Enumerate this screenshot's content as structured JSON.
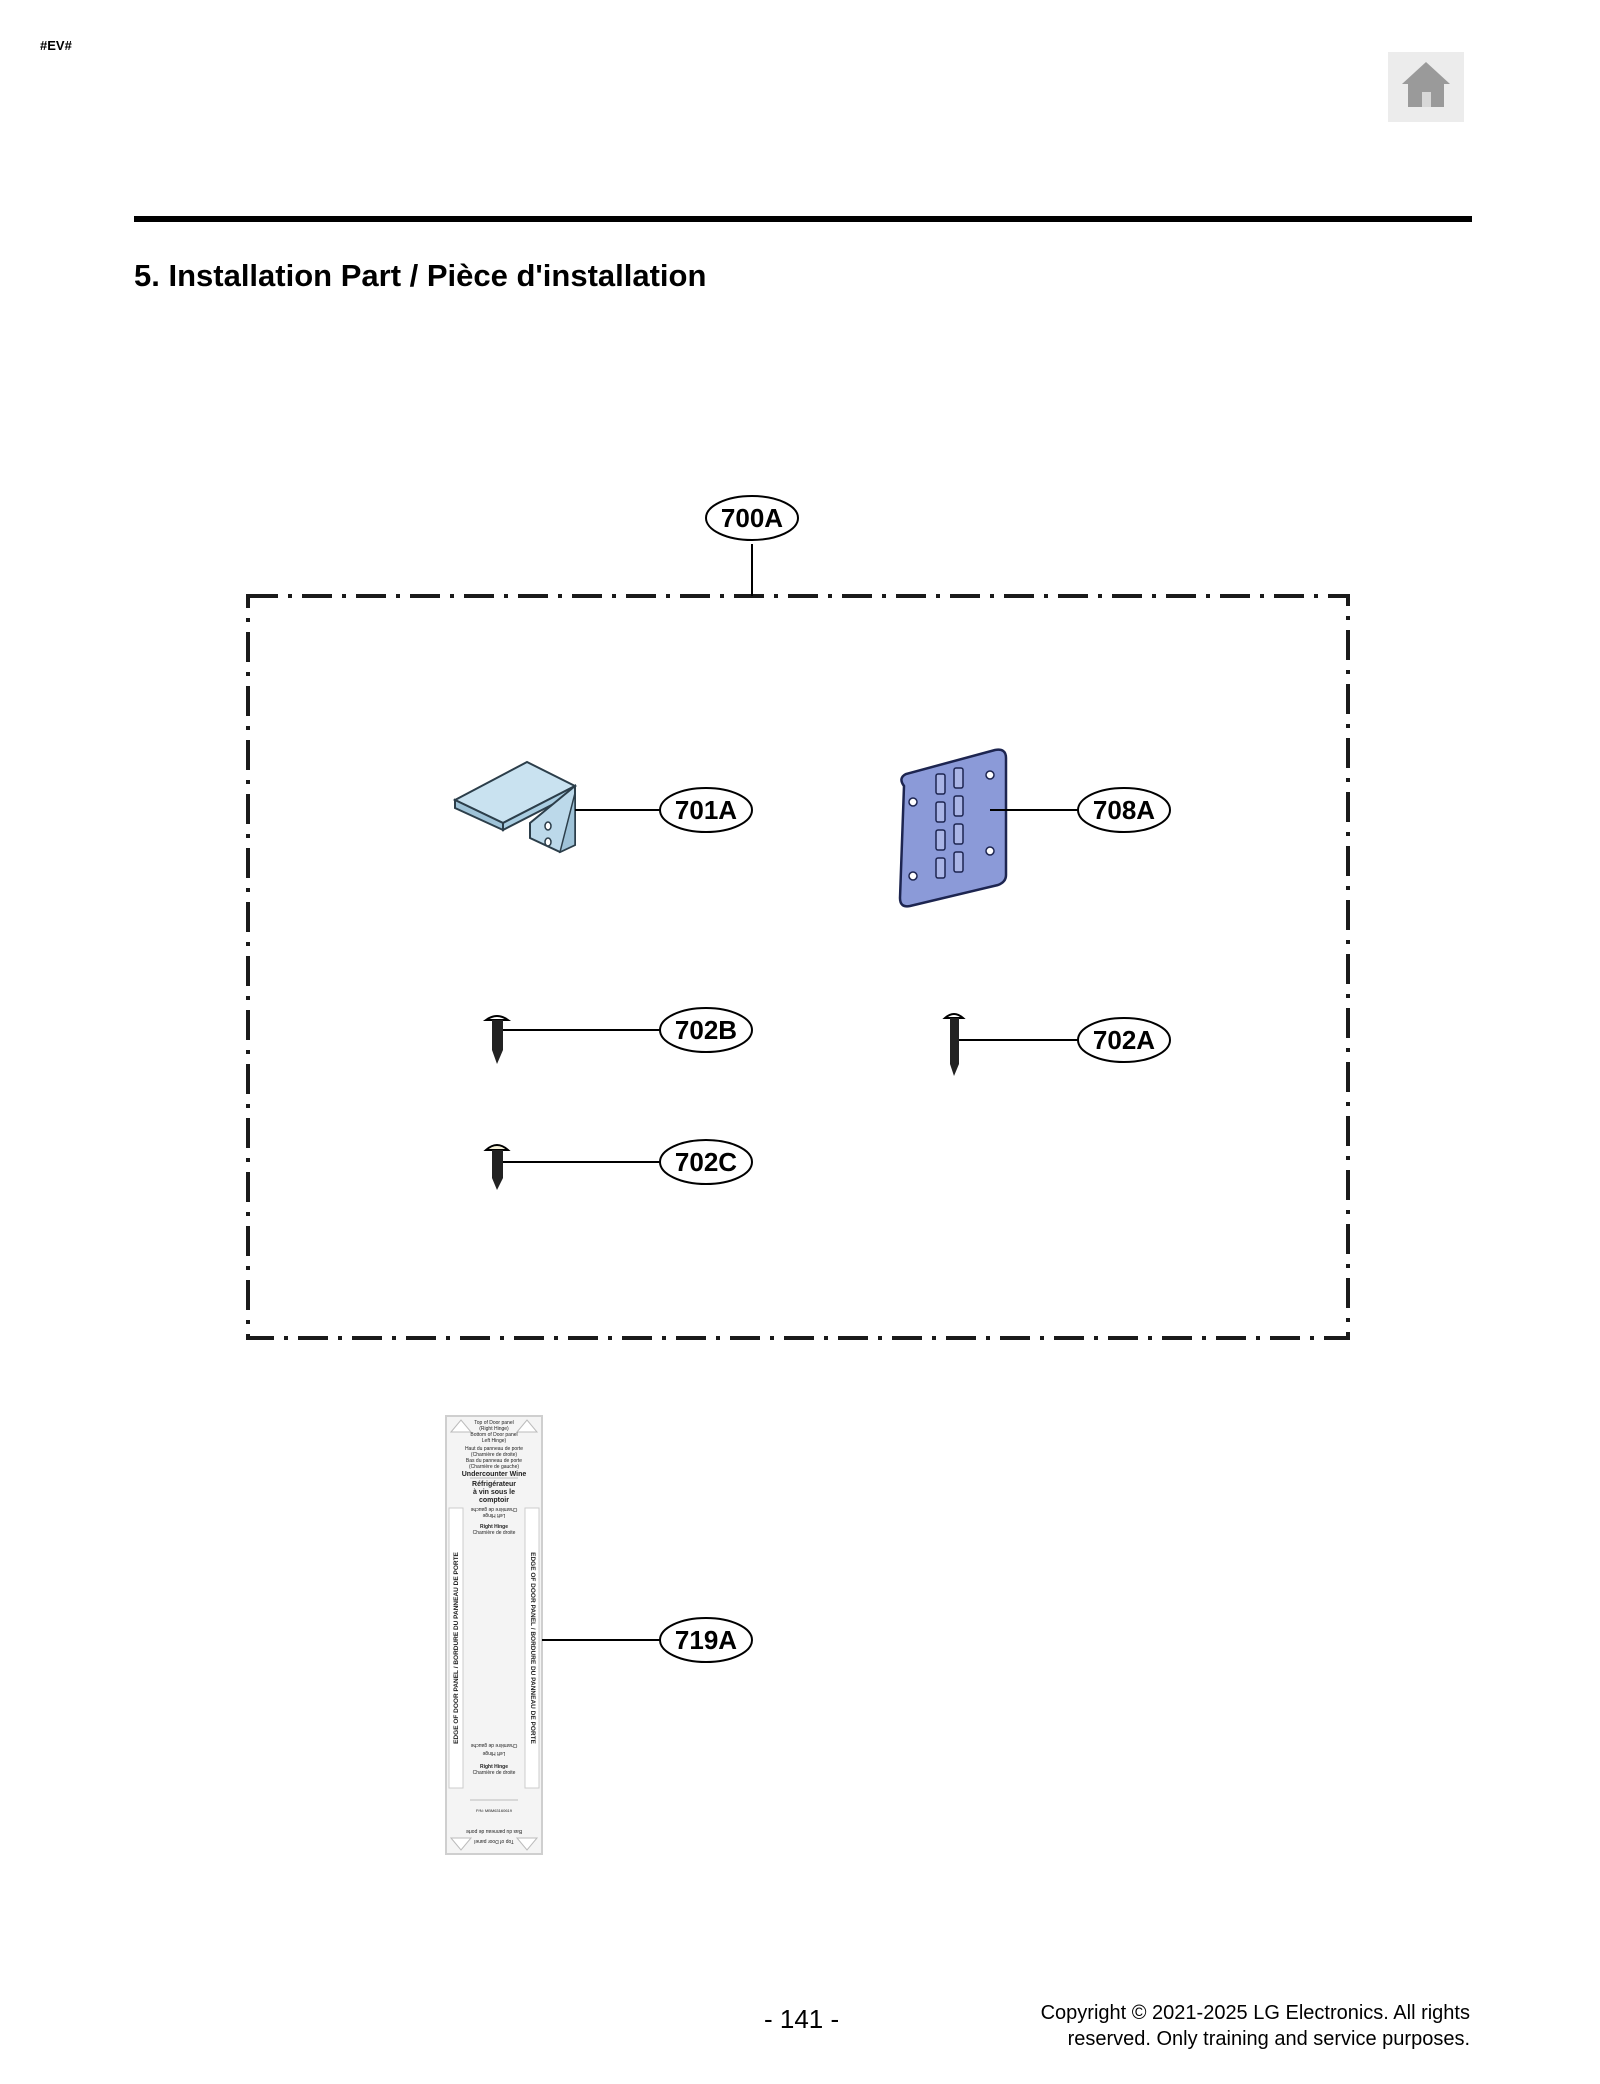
{
  "header": {
    "tag": "#EV#",
    "home_icon": "home-icon"
  },
  "section": {
    "title": "5. Installation Part / Pièce d'installation"
  },
  "callouts": {
    "c700A": "700A",
    "c701A": "701A",
    "c708A": "708A",
    "c702B": "702B",
    "c702A": "702A",
    "c702C": "702C",
    "c719A": "719A"
  },
  "template_label": {
    "top_lines": [
      "Top of Door panel",
      "(Right Hinge)",
      "Bottom of Door panel",
      "Left Hinge)",
      "Haut du panneau de porte",
      "(Charnière de droite)",
      "Bas du panneau de porte",
      "(Charnière de gauche)"
    ],
    "product_en": "Undercounter Wine",
    "product_fr": [
      "Réfrigérateur",
      "à vin sous le",
      "comptoir"
    ],
    "left_hinge": "Left Hinge",
    "left_hinge_fr": "Charnière de gauche",
    "right_hinge": "Right Hinge",
    "right_hinge_fr": "Charnière de droite",
    "edge_text": "EDGE OF DOOR PANEL / BORDURE DU PANNEAU DE PORTE",
    "part_no": "P/N: MBM63160619"
  },
  "colors": {
    "bracket_fill": "#bcd9ea",
    "hinge_fill": "#8b9ad8",
    "frame_line": "#1a1a1a"
  },
  "footer": {
    "page": "- 141 -",
    "copyright_line1": "Copyright © 2021-2025  LG Electronics. All rights",
    "copyright_line2": "reserved. Only training and service purposes."
  }
}
